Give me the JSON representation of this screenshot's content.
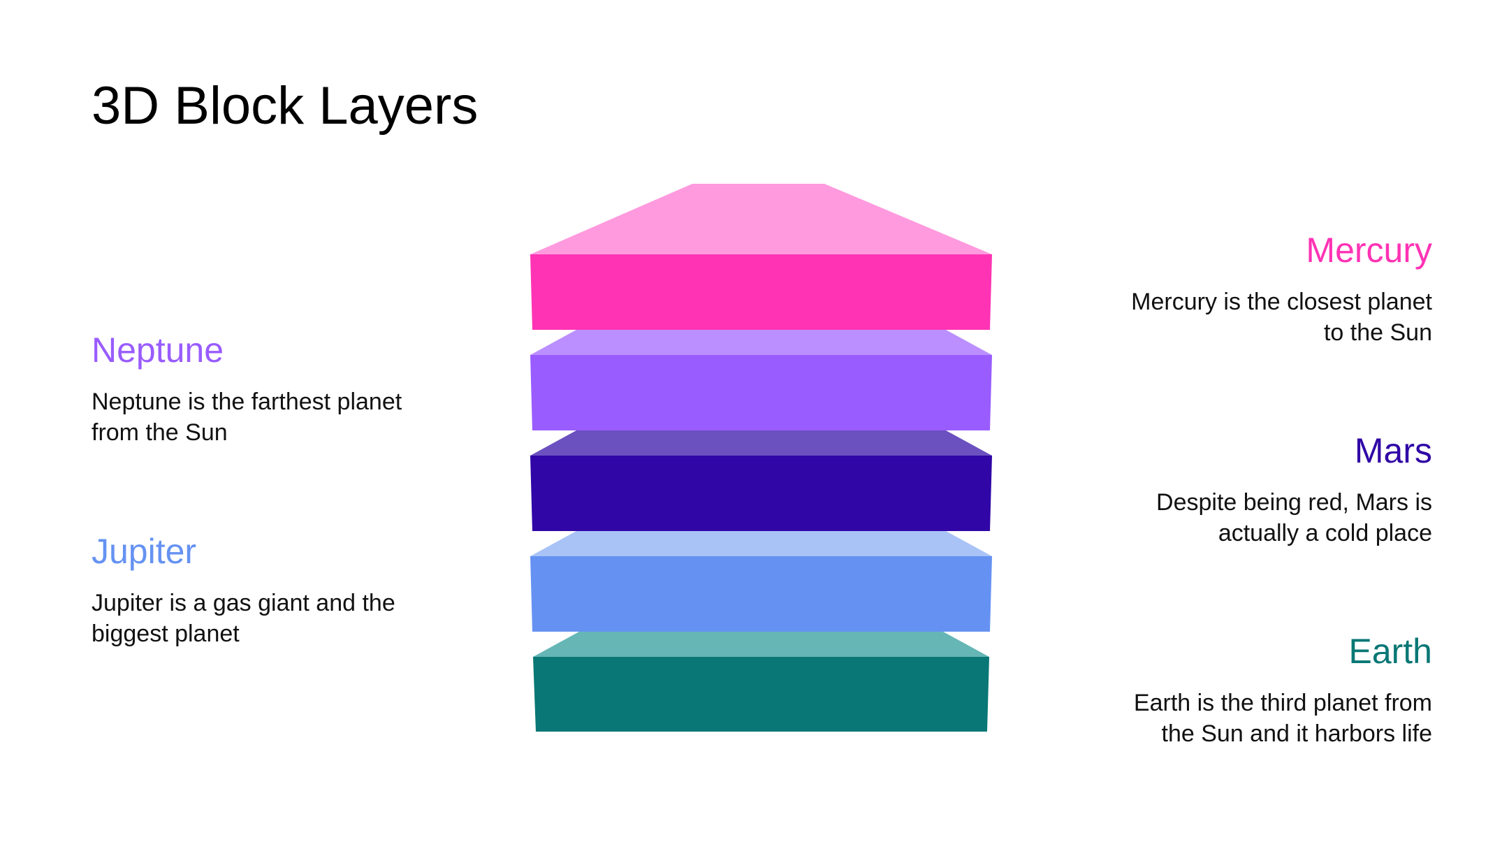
{
  "title": "3D Block Layers",
  "colors": {
    "mercury": "#ff33b4",
    "neptune": "#995cff",
    "mars": "#3006a6",
    "jupiter": "#6592f2",
    "earth": "#087775"
  },
  "items": {
    "mercury": {
      "heading": "Mercury",
      "desc_line1": "Mercury is the closest planet",
      "desc_line2": "to the Sun"
    },
    "neptune": {
      "heading": "Neptune",
      "desc_line1": "Neptune is the farthest planet",
      "desc_line2": "from the Sun"
    },
    "mars": {
      "heading": "Mars",
      "desc_line1": "Despite being red, Mars is",
      "desc_line2": "actually a cold place"
    },
    "jupiter": {
      "heading": "Jupiter",
      "desc_line1": "Jupiter is a gas giant and the",
      "desc_line2": "biggest planet"
    },
    "earth": {
      "heading": "Earth",
      "desc_line1": "Earth is the third planet from",
      "desc_line2": "the Sun and it harbors life"
    }
  }
}
